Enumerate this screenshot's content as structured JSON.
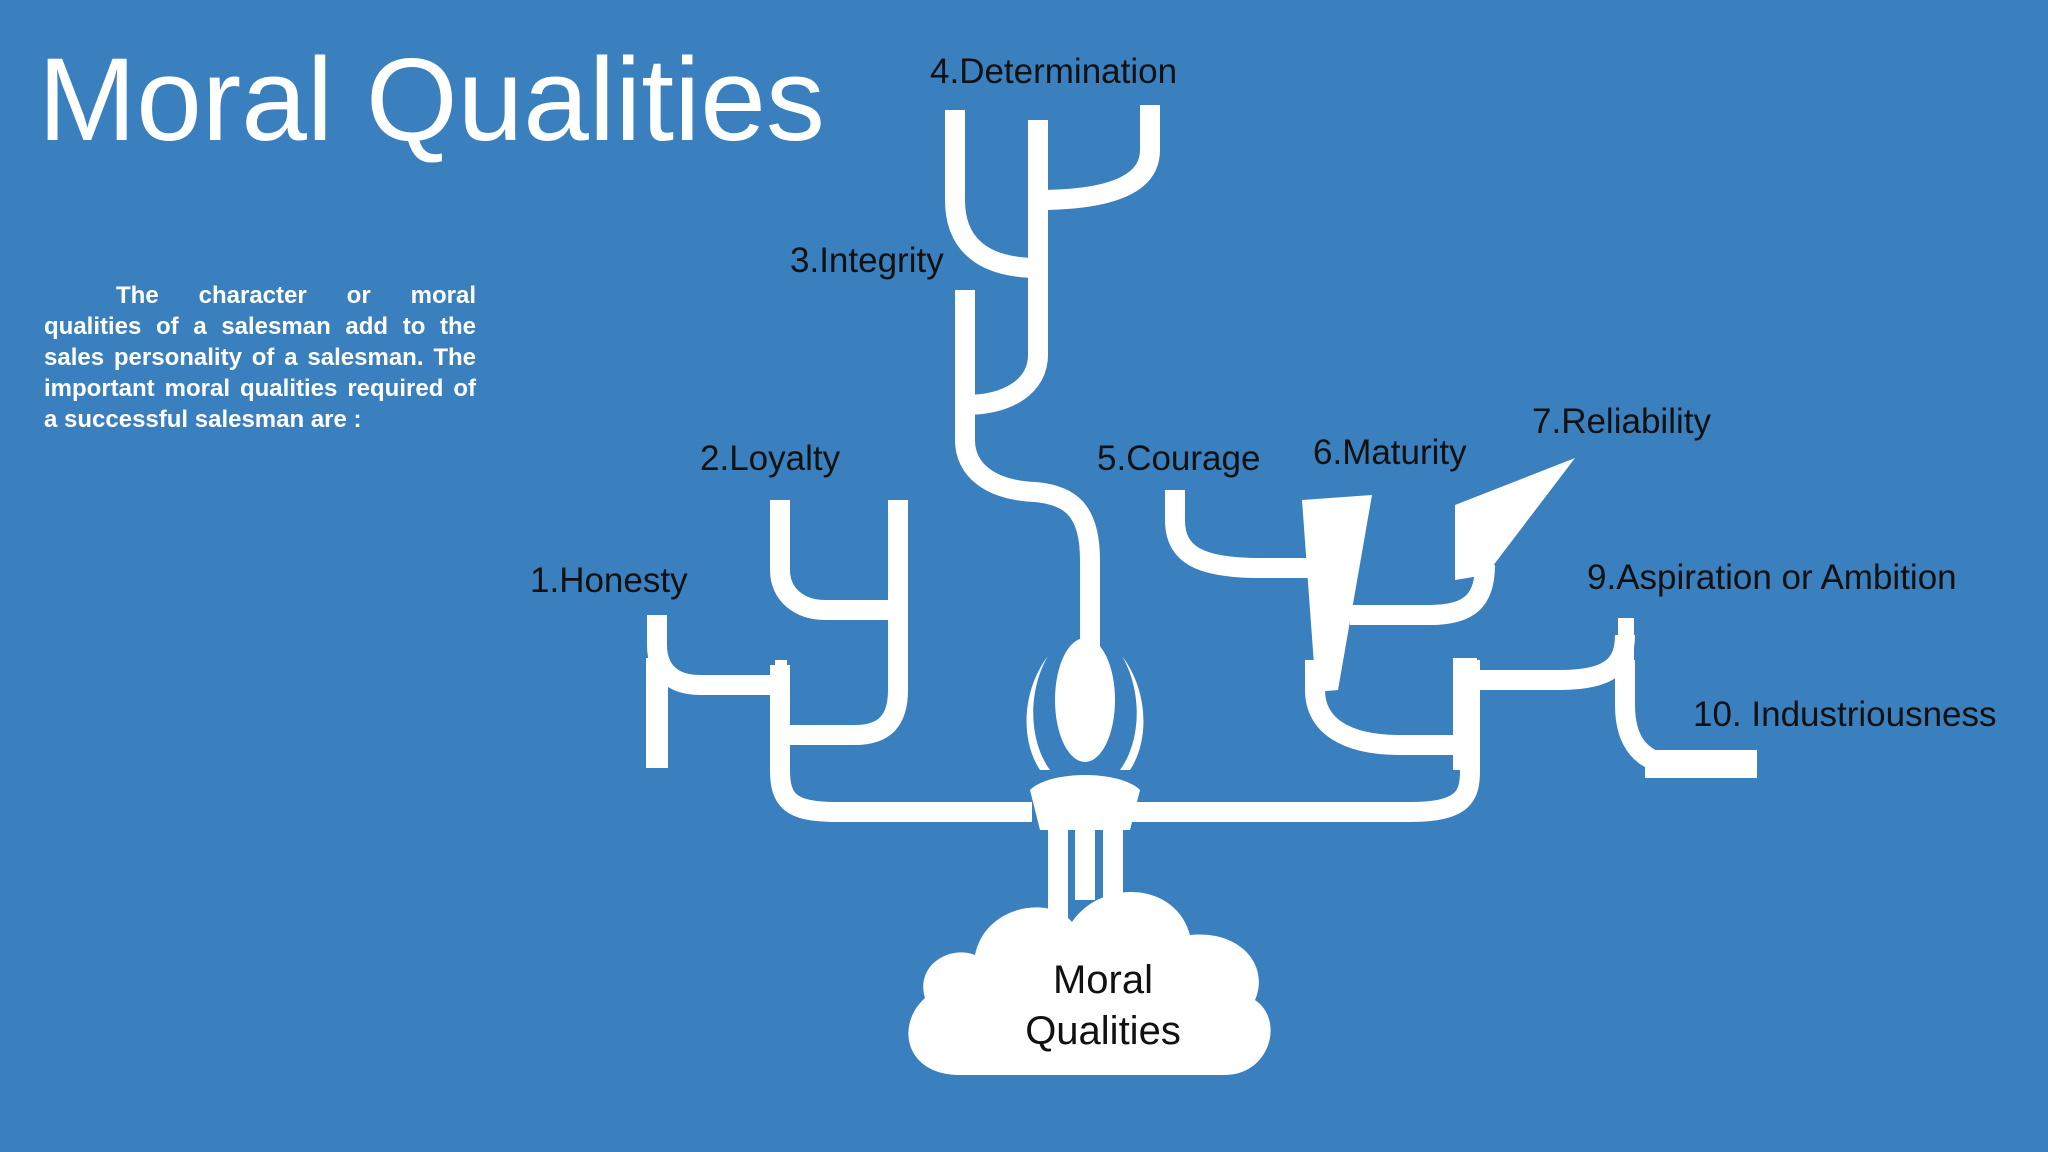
{
  "slide": {
    "title": "Moral Qualities",
    "intro": "The character or moral qualities of a salesman add to the sales personality of a salesman. The important moral qualities required of a successful salesman are :"
  },
  "diagram": {
    "root": "Moral Qualities",
    "qualities": [
      "1.Honesty",
      "2.Loyalty",
      "3.Integrity",
      "4.Determination",
      "5.Courage",
      "6.Maturity",
      "7.Reliability",
      "9.Aspiration or Ambition",
      "10. Industriousness"
    ]
  },
  "colors": {
    "background": "#3a80bf",
    "pipes": "#ffffff",
    "label_text": "#111111"
  }
}
